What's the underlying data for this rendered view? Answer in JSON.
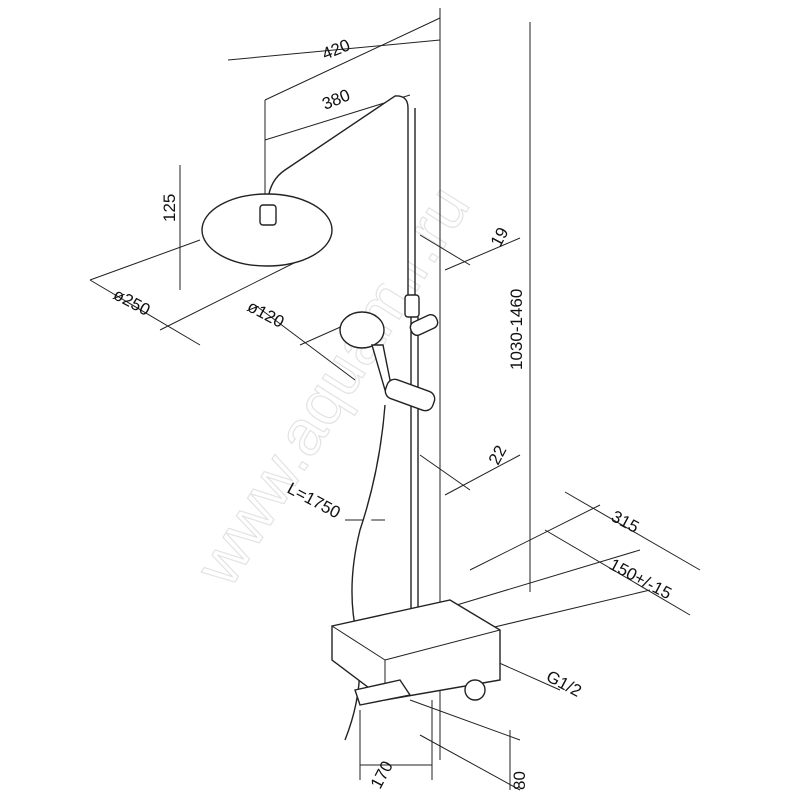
{
  "title": "Shower system dimensional drawing",
  "watermark": "www.aquamir.ru",
  "dimensions": {
    "width_total": "420",
    "arm_length": "380",
    "head_height": "125",
    "head_diameter": "ø250",
    "hand_diameter": "ø120",
    "pipe_upper": "19",
    "height_range": "1030-1460",
    "pipe_lower": "22",
    "hose_length": "L=1750",
    "depth": "315",
    "inlet_spacing": "150+/-15",
    "thread": "G1/2",
    "shelf_width": "170",
    "shelf_height": "80"
  }
}
